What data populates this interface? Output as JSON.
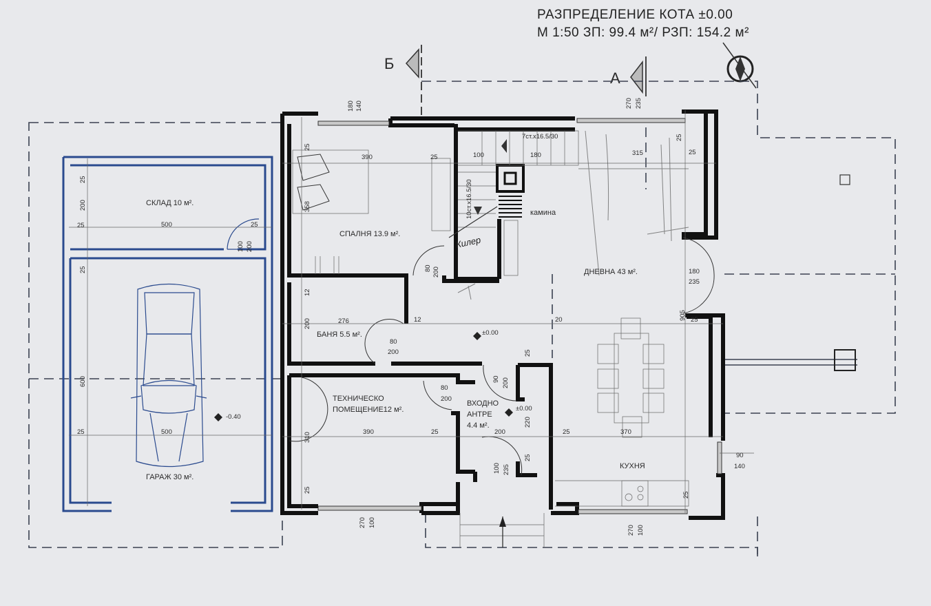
{
  "title": {
    "line1": "РАЗПРЕДЕЛЕНИЕ  КОТА ±0.00",
    "line2": "М 1:50  ЗП: 99.4 м²/ РЗП: 154.2 м²"
  },
  "sections": {
    "b": "Б",
    "a": "А"
  },
  "rooms": {
    "bedroom": "СПАЛНЯ 13.9 м².",
    "living": "ДНЕВНА 43 м².",
    "bath": "БАНЯ 5.5 м².",
    "tech1": "ТЕХНИЧЕСКО",
    "tech2": "ПОМЕЩЕНИЕ12 м².",
    "entry1": "ВХОДНО",
    "entry2": "АНТРЕ",
    "entry3": "4.4 м².",
    "kitchen": "КУХНЯ",
    "storage": "СКЛАД 10 м².",
    "garage": "ГАРАЖ 30 м².",
    "fireplace": "камина",
    "closet_handwritten": "Килер"
  },
  "levels": {
    "hall": "±0.00",
    "entry": "±0.00",
    "garage": "-0.40"
  },
  "stairs": {
    "upper": "7ст.х16.5/30",
    "lower": "10ст.х16.5/30"
  },
  "dims": [
    "180",
    "140",
    "270",
    "235",
    "25",
    "390",
    "358",
    "25",
    "100",
    "180",
    "315",
    "25",
    "25",
    "80",
    "200",
    "180",
    "235",
    "905",
    "25",
    "20",
    "12",
    "276",
    "12",
    "200",
    "80",
    "200",
    "80",
    "200",
    "90",
    "200",
    "25",
    "220",
    "390",
    "25",
    "200",
    "25",
    "310",
    "25",
    "100",
    "235",
    "25",
    "270",
    "100",
    "370",
    "90",
    "140",
    "25",
    "270",
    "100",
    "25",
    "200",
    "25",
    "500",
    "25",
    "100",
    "200",
    "25",
    "600",
    "25",
    "500"
  ]
}
